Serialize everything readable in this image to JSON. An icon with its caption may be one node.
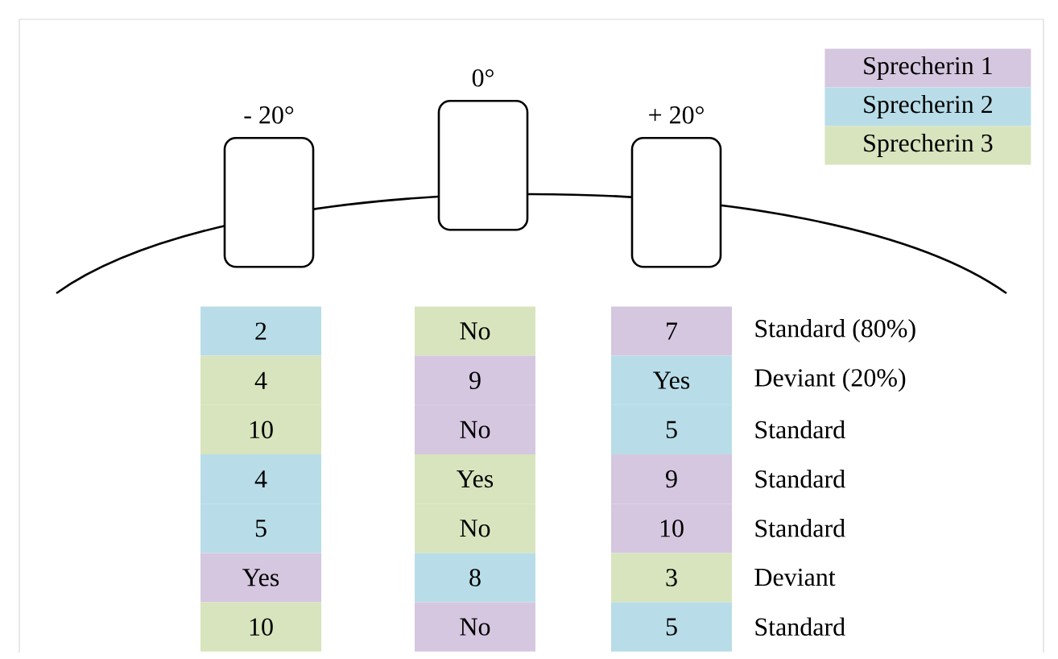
{
  "diagram": {
    "nodes": [
      {
        "text": [
          "- 20°"
        ]
      },
      {
        "text": [
          "0°"
        ]
      },
      {
        "text": [
          "+ 20°"
        ]
      },
      {
        "text": [
          "2"
        ]
      },
      {
        "text": [
          "No"
        ]
      },
      {
        "text": [
          "7"
        ]
      },
      {
        "text": [
          "4"
        ]
      },
      {
        "text": [
          "9"
        ]
      },
      {
        "text": [
          "Yes"
        ]
      },
      {
        "text": [
          "10"
        ]
      },
      {
        "text": [
          "No"
        ]
      },
      {
        "text": [
          "5"
        ]
      },
      {
        "text": [
          "4"
        ]
      },
      {
        "text": [
          "Yes"
        ]
      },
      {
        "text": [
          "9"
        ]
      },
      {
        "text": [
          "5"
        ]
      },
      {
        "text": [
          "No"
        ]
      },
      {
        "text": [
          "10"
        ]
      },
      {
        "text": [
          "Yes"
        ]
      },
      {
        "text": [
          "8"
        ]
      },
      {
        "text": [
          "3"
        ]
      },
      {
        "text": [
          "10"
        ]
      },
      {
        "text": [
          "No"
        ]
      },
      {
        "text": [
          "5"
        ]
      }
    ],
    "labels": [
      "Standard (80%)",
      "Deviant (20%)",
      "Standard",
      "Standard",
      "Standard",
      "Deviant",
      "Standard"
    ],
    "legend": [
      {
        "text": "Sprecherin 1",
        "color": "#d5c7df"
      },
      {
        "text": "Sprecherin 2",
        "color": "#b8dde8"
      },
      {
        "text": "Sprecherin 3",
        "color": "#d8e4bd"
      }
    ]
  }
}
